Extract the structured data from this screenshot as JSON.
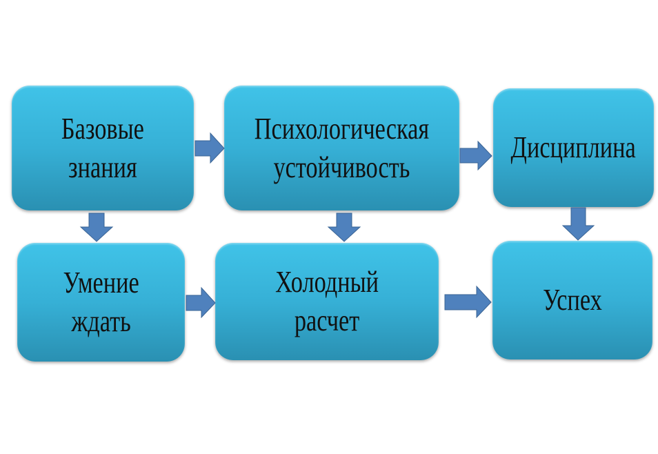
{
  "nodes": [
    {
      "lines": [
        "Базовые",
        "знания"
      ]
    },
    {
      "lines": [
        "Психологическая",
        "устойчивость"
      ]
    },
    {
      "lines": [
        "Дисциплина"
      ]
    },
    {
      "lines": [
        "Умение",
        "ждать"
      ]
    },
    {
      "lines": [
        "Холодный",
        "расчет"
      ]
    },
    {
      "lines": [
        "Успех"
      ]
    }
  ],
  "colors": {
    "box": "#36b0d6",
    "arrow": "#4f81bd"
  }
}
